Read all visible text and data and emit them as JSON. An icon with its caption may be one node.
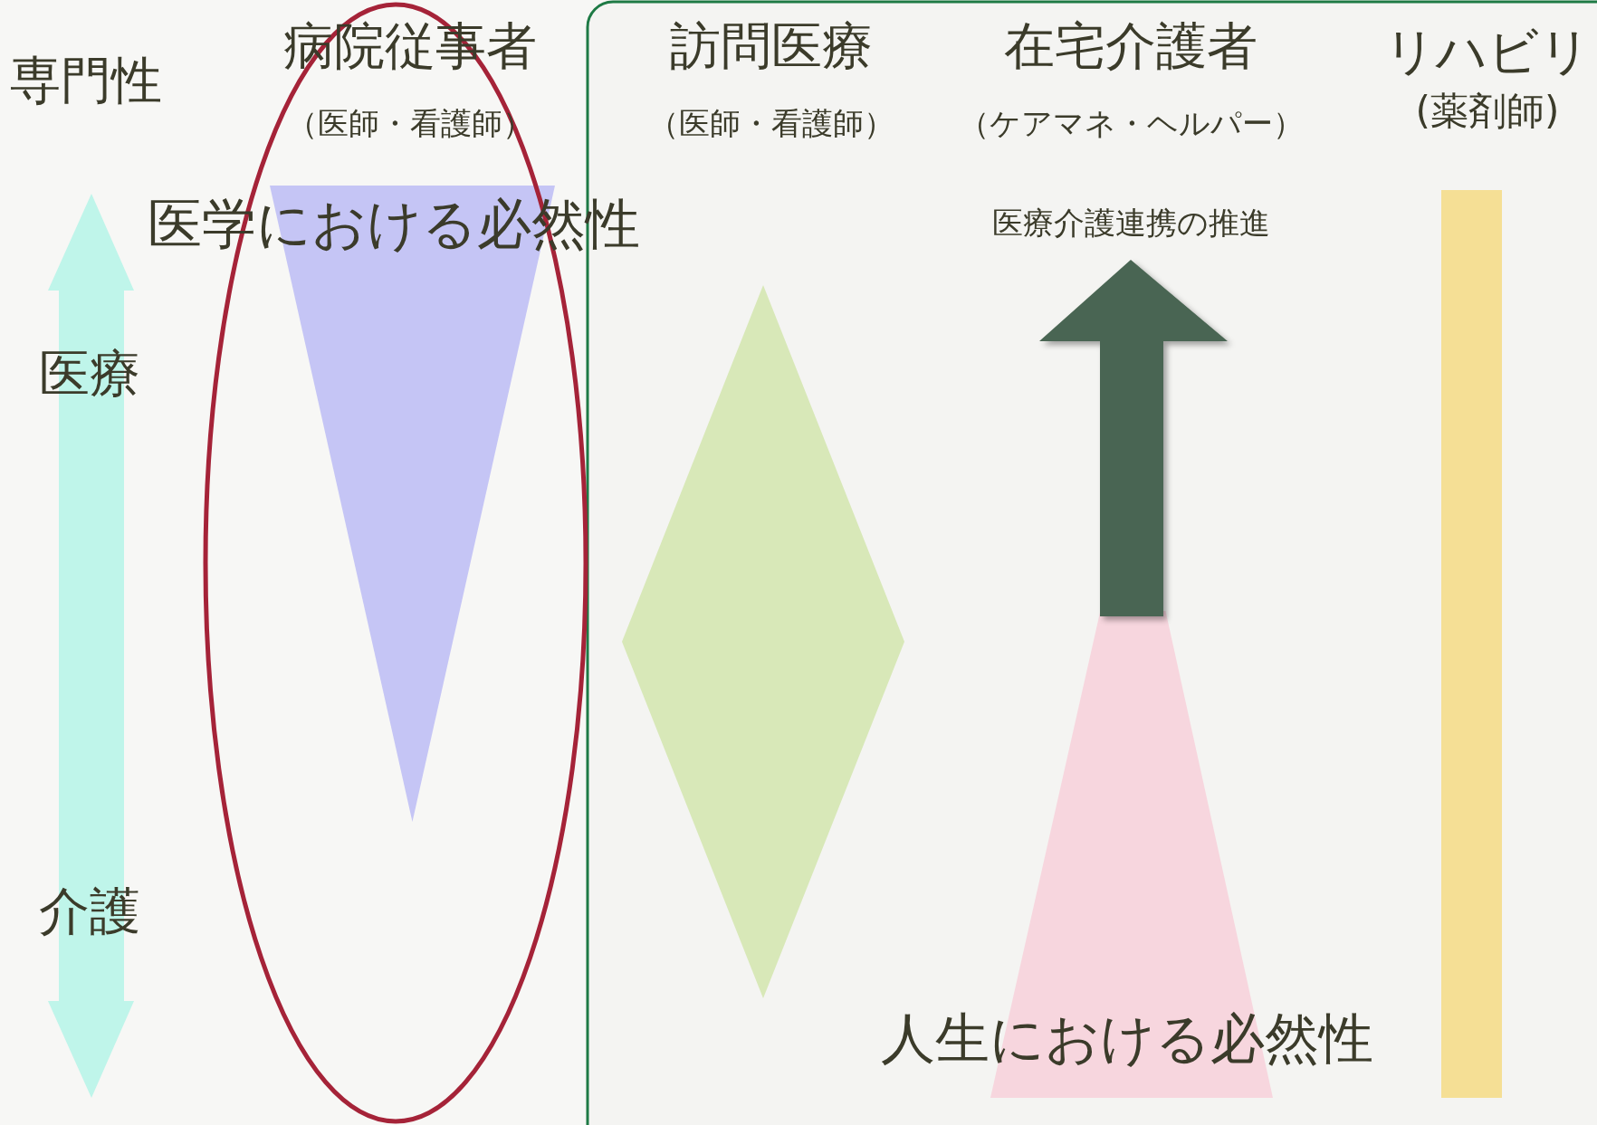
{
  "diagram": {
    "nodes": [
      {
        "text": [],
        "shape": "triangle"
      },
      {
        "text": [],
        "shape": "diamond"
      },
      {
        "text": [],
        "shape": "trapezoid"
      },
      {
        "text": [],
        "shape": "bar"
      }
    ],
    "labels": [
      "専門性",
      "病院従事者",
      "（医師・看護師）",
      "訪問医療",
      "（医師・看護師）",
      "在宅介護者",
      "（ケアマネ・ヘルパー）",
      "リハビリ",
      "(薬剤師)",
      "医学における必然性",
      "医療介護連携の推進",
      "医療",
      "介護",
      "人生における必然性"
    ]
  }
}
